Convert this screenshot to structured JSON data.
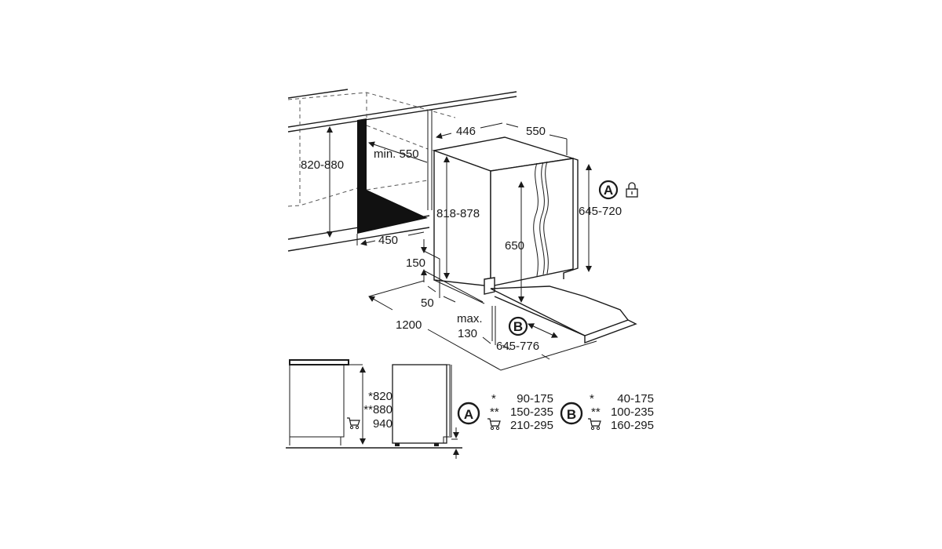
{
  "dimensions": {
    "cabinet_height": "820-880",
    "min_depth": "min. 550",
    "cavity_width": "450",
    "appliance_width": "446",
    "appliance_depth": "550",
    "appliance_height": "818-878",
    "door_height": "650",
    "panel_height": "645-720",
    "plinth_height": "150",
    "plinth_depth": "50",
    "door_swing": "1200",
    "max_label": "max.",
    "max_value": "130",
    "panel_offset": "645-776"
  },
  "markers": {
    "a": "A",
    "b": "B"
  },
  "icons": {
    "lock": "lock-icon",
    "cart": "shopping-cart-icon"
  },
  "side_view": {
    "heights": [
      {
        "prefix": "*",
        "value": "820"
      },
      {
        "prefix": "**",
        "value": "880"
      },
      {
        "prefix": "cart",
        "value": "940"
      }
    ]
  },
  "table_a": {
    "label": "A",
    "rows": [
      {
        "prefix": "*",
        "value": "90-175"
      },
      {
        "prefix": "**",
        "value": "150-235"
      },
      {
        "prefix": "cart",
        "value": "210-295"
      }
    ]
  },
  "table_b": {
    "label": "B",
    "rows": [
      {
        "prefix": "*",
        "value": "40-175"
      },
      {
        "prefix": "**",
        "value": "100-235"
      },
      {
        "prefix": "cart",
        "value": "160-295"
      }
    ]
  }
}
